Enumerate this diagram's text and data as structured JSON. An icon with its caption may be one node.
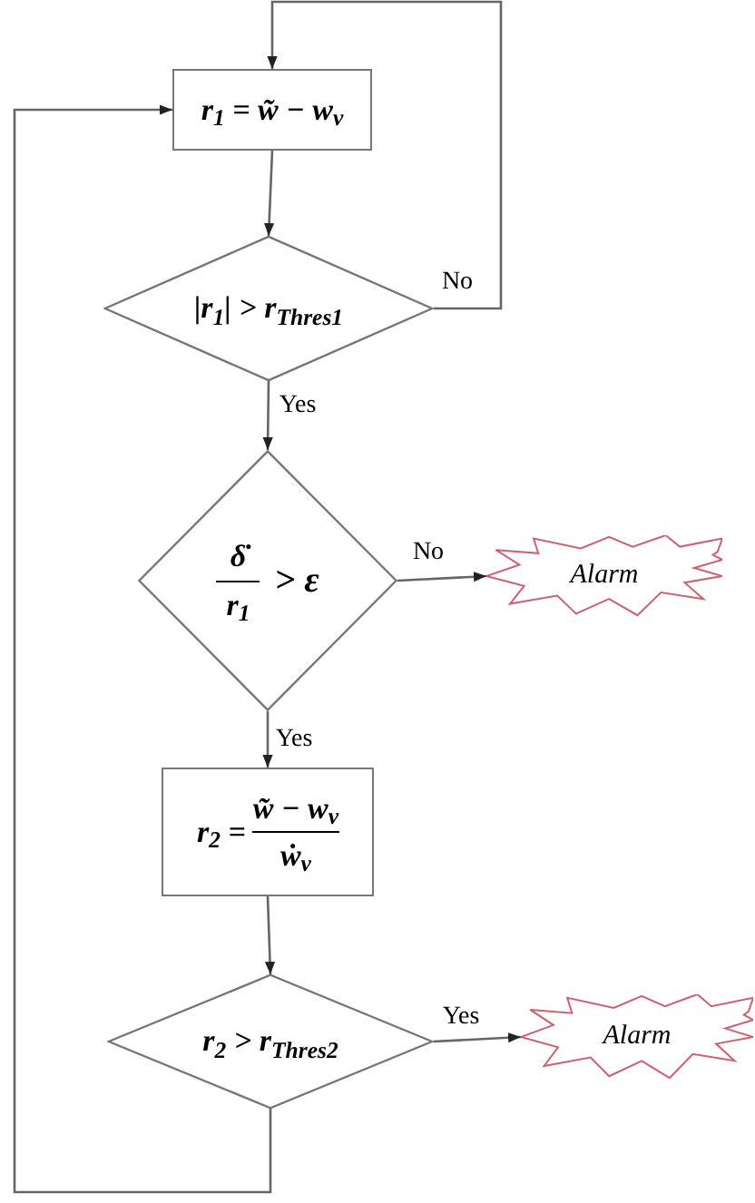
{
  "diagram": {
    "nodes": [
      {
        "text": [
          "r$_{1}$ = w̃ − w$_{v}$"
        ]
      },
      {
        "text": [
          "|r$_{1}$| > r$_{Thres1}$"
        ]
      },
      {
        "text": [
          "δ̇",
          "r$_{1}$",
          "> ε"
        ]
      },
      {
        "text": [
          "Alarm"
        ]
      },
      {
        "text": [
          "r$_{2}$ =",
          "w̃ − w$_{v}$",
          "ẇ$_{v}$"
        ]
      },
      {
        "text": [
          "r$_{2}$ > r$_{Thres2}$"
        ]
      },
      {
        "text": [
          "Alarm"
        ]
      }
    ],
    "edges": [
      {
        "from": 0,
        "to": 1,
        "arrow": "to"
      },
      {
        "from": 1,
        "to": 0,
        "arrow": "to",
        "label": "No"
      },
      {
        "from": 1,
        "to": 2,
        "arrow": "to",
        "label": "Yes"
      },
      {
        "from": 2,
        "to": 3,
        "arrow": "to",
        "label": "No"
      },
      {
        "from": 2,
        "to": 4,
        "arrow": "to",
        "label": "Yes"
      },
      {
        "from": 4,
        "to": 5,
        "arrow": "to"
      },
      {
        "from": 5,
        "to": 6,
        "arrow": "to",
        "label": "Yes"
      },
      {
        "from": 5,
        "to": 0,
        "arrow": "to"
      }
    ]
  }
}
